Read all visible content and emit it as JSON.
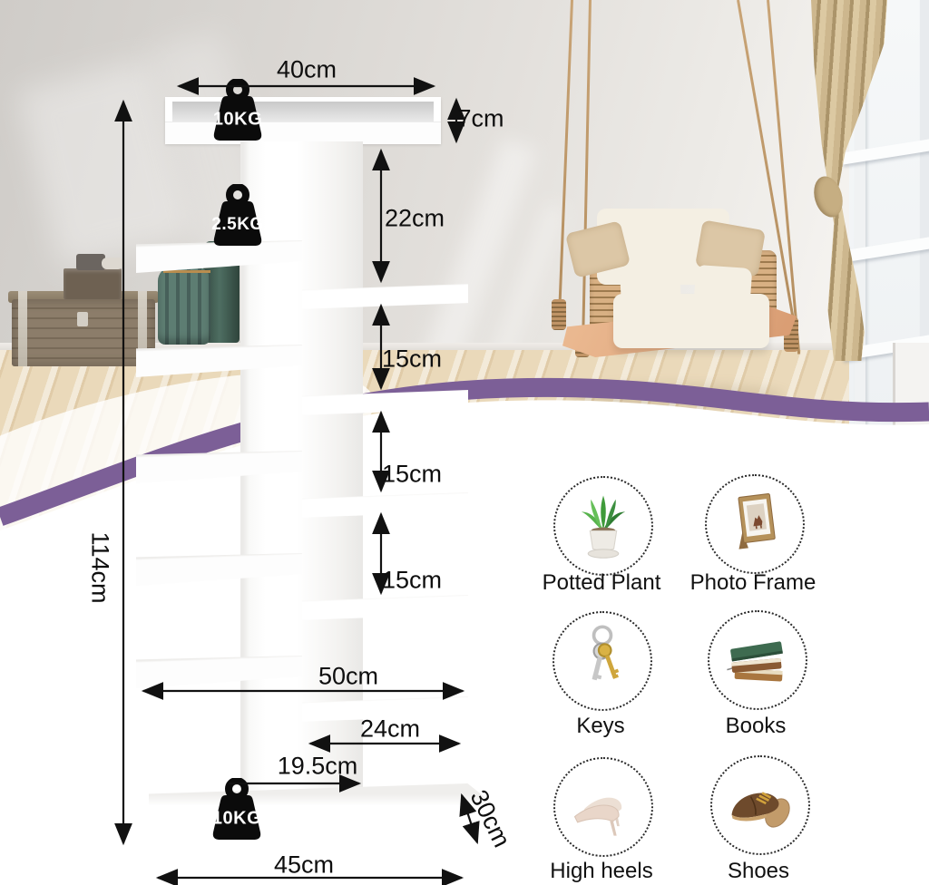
{
  "diagram": {
    "weights": {
      "top": "10KG",
      "middle": "2.5KG",
      "bottom": "10KG"
    },
    "dims": {
      "top_width": "40cm",
      "top_height": "7cm",
      "gap_top": "22cm",
      "gap_2": "15cm",
      "gap_3": "15cm",
      "gap_4": "15cm",
      "total_height": "114cm",
      "middle_width": "50cm",
      "shelf_depth": "24cm",
      "column_depth": "19.5cm",
      "base_depth": "30cm",
      "base_width": "45cm"
    }
  },
  "legend": {
    "items": [
      {
        "label": "Potted Plant"
      },
      {
        "label": "Photo Frame"
      },
      {
        "label": "Keys"
      },
      {
        "label": "Books"
      },
      {
        "label": "High heels"
      },
      {
        "label": "Shoes"
      }
    ]
  },
  "colors": {
    "wave_accent": "#7c5f97",
    "swing_wood": "#e2a87f",
    "curtain_beige": "#c8b288",
    "floor_wood": "#ead9ba"
  }
}
